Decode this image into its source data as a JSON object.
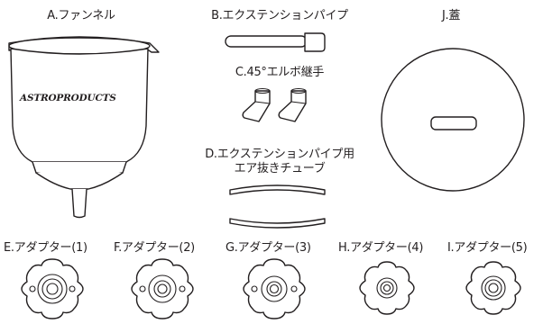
{
  "labels": {
    "a": "A.ファンネル",
    "b": "B.エクステンションパイプ",
    "c": "C.45°エルボ継手",
    "d1": "D.エクステンションパイプ用",
    "d2": "エア抜きチューブ",
    "j": "J.蓋",
    "e": "E.アダプター(1)",
    "f": "F.アダプター(2)",
    "g": "G.アダプター(3)",
    "h": "H.アダプター(4)",
    "i": "I.アダプター(5)"
  },
  "funnel_brand": "ASTROPRODUCTS"
}
